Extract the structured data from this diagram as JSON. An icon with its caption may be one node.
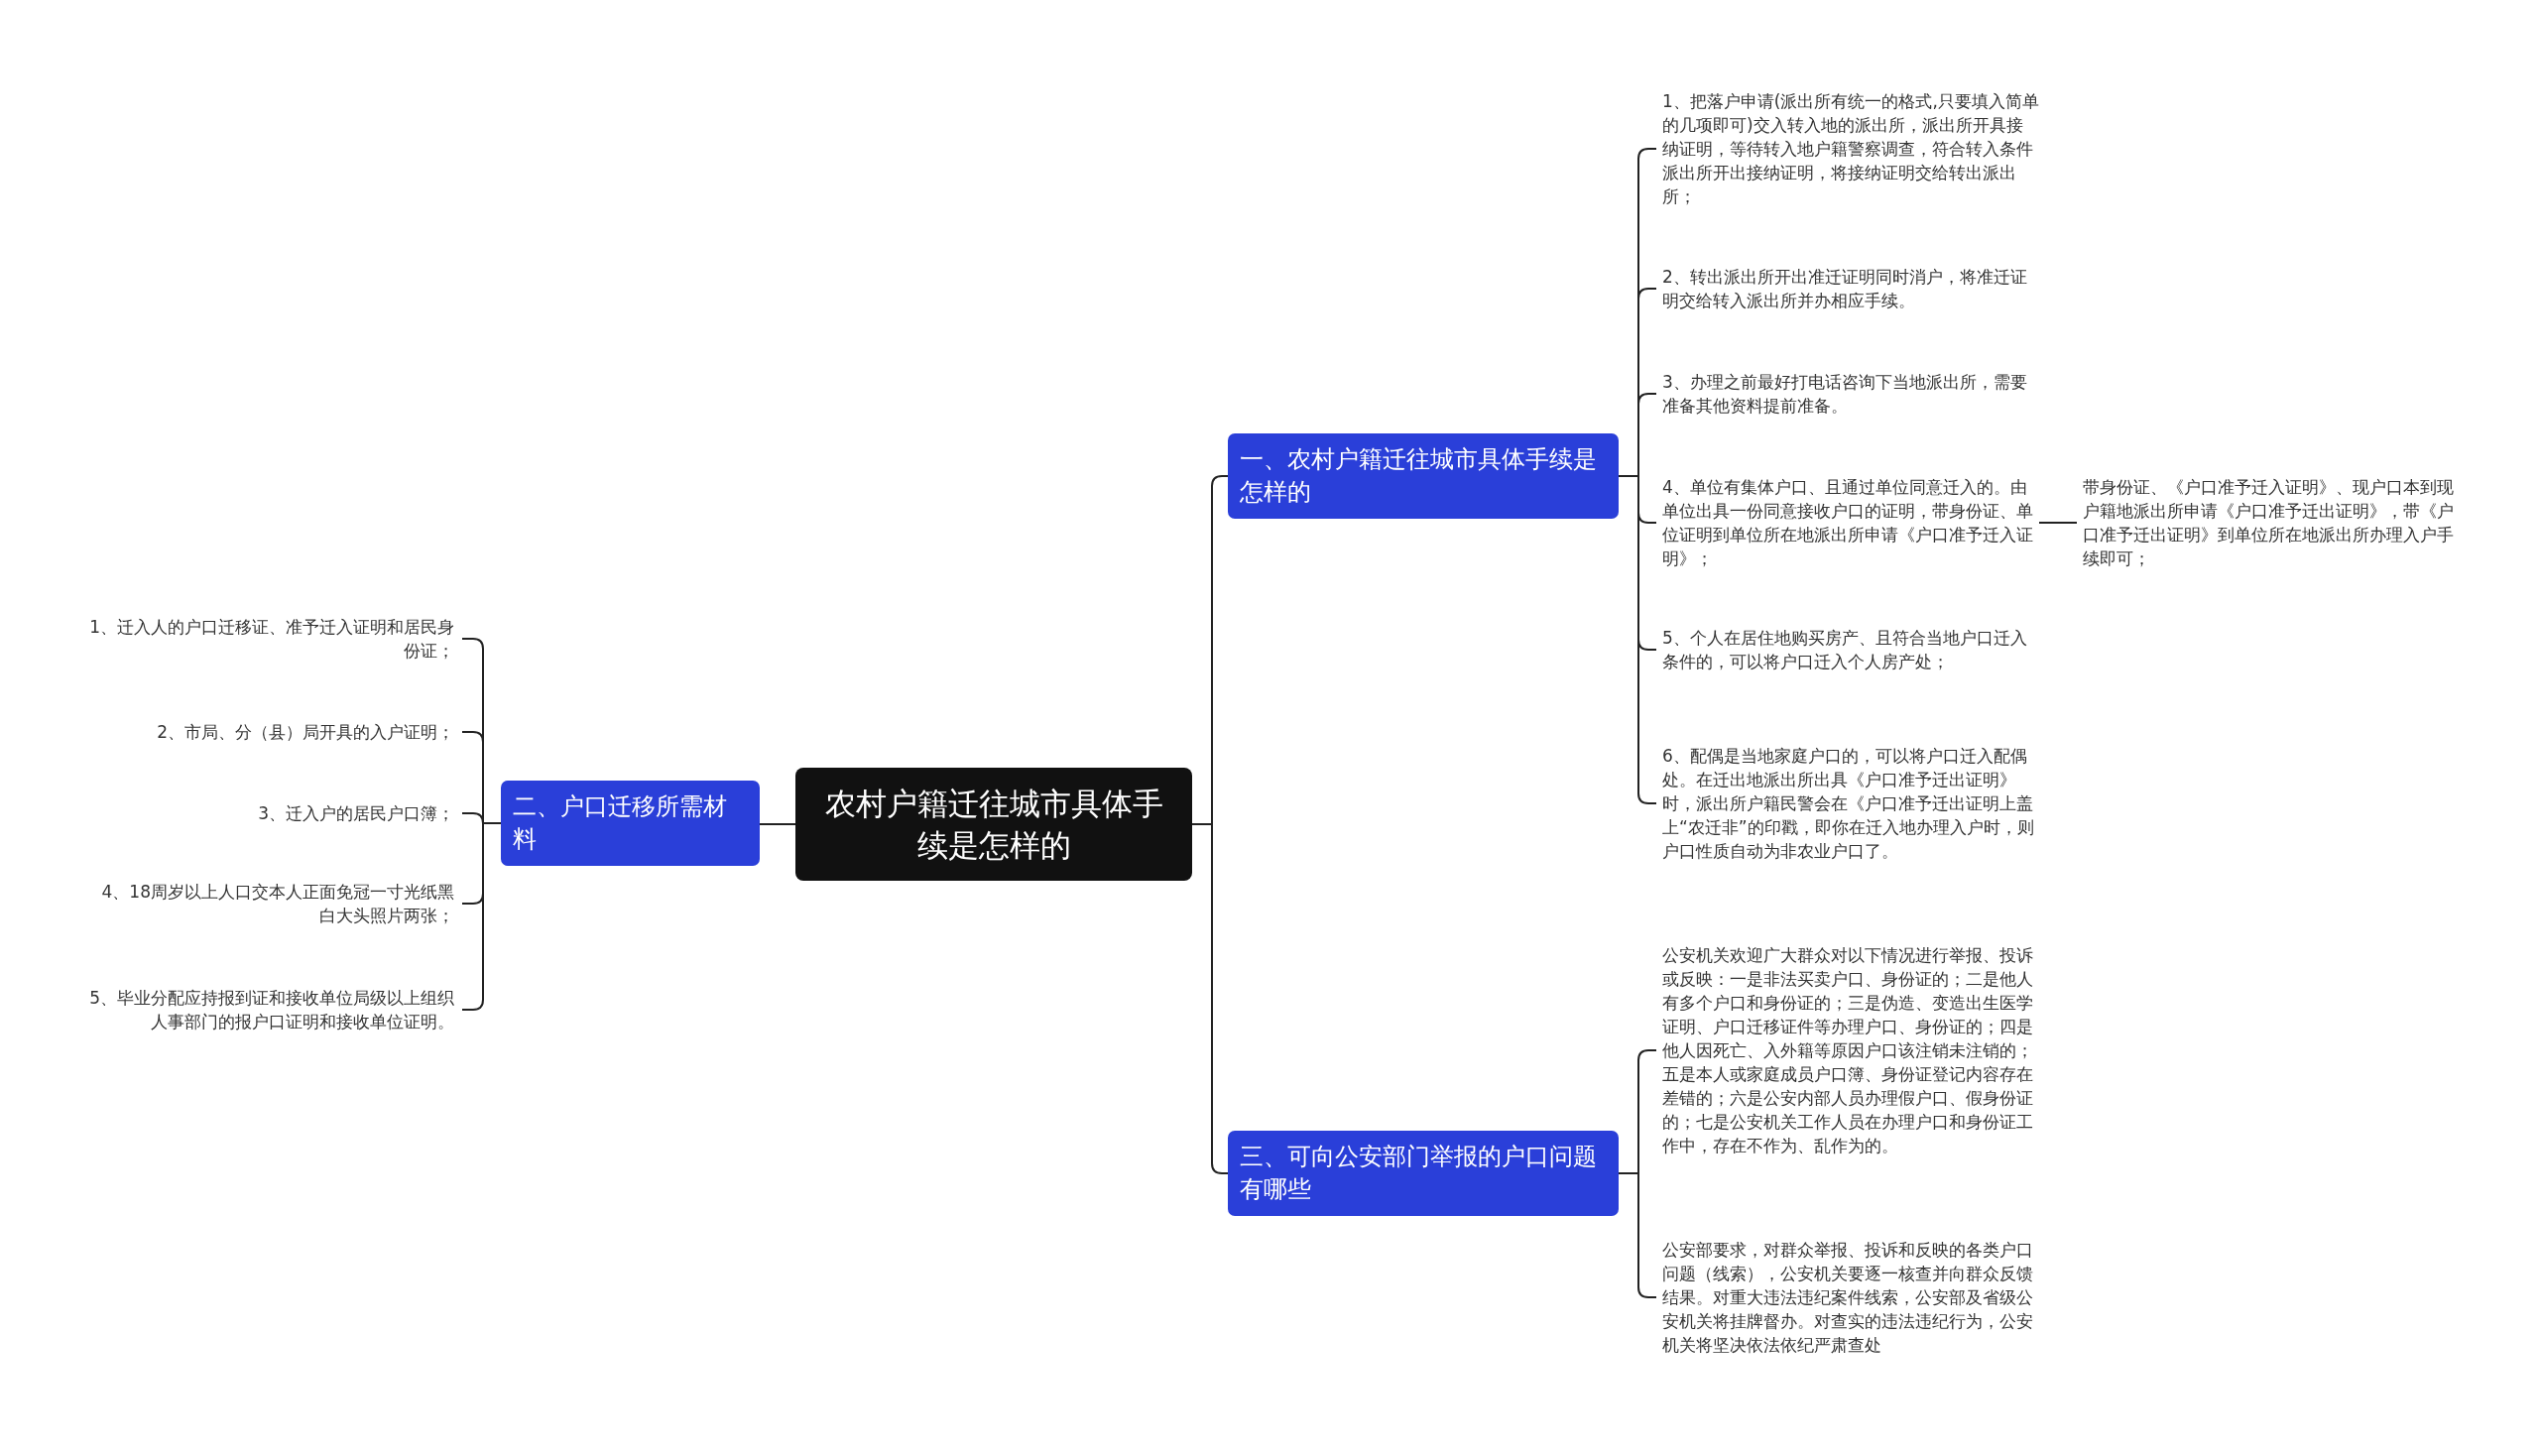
{
  "diagram": {
    "nodes": [
      {
        "text": [
          "农村户籍迁往城市具体手续是怎样的"
        ]
      },
      {
        "text": [
          "一、农村户籍迁往城市具体手续是怎样的"
        ]
      },
      {
        "text": [
          "1、把落户申请(派出所有统一的格式,只要填入简单的几项即可)交入转入地的派出所，派出所开具接纳证明，等待转入地户籍警察调查，符合转入条件派出所开出接纳证明，将接纳证明交给转出派出所；"
        ]
      },
      {
        "text": [
          "2、转出派出所开出准迁证明同时消户，将准迁证明交给转入派出所并办相应手续。"
        ]
      },
      {
        "text": [
          "3、办理之前最好打电话咨询下当地派出所，需要准备其他资料提前准备。"
        ]
      },
      {
        "text": [
          "4、单位有集体户口、且通过单位同意迁入的。由单位出具一份同意接收户口的证明，带身份证、单位证明到单位所在地派出所申请《户口准予迁入证明》；"
        ]
      },
      {
        "text": [
          "5、个人在居住地购买房产、且符合当地户口迁入条件的，可以将户口迁入个人房产处；"
        ]
      },
      {
        "text": [
          "6、配偶是当地家庭户口的，可以将户口迁入配偶处。在迁出地派出所出具《户口准予迁出证明》时，派出所户籍民警会在《户口准予迁出证明上盖上“农迁非”的印戳，即你在迁入地办理入户时，则户口性质自动为非农业户口了。"
        ]
      },
      {
        "text": [
          "带身份证、《户口准予迁入证明》、现户口本到现户籍地派出所申请《户口准予迁出证明》，带《户口准予迁出证明》到单位所在地派出所办理入户手续即可；"
        ]
      },
      {
        "text": [
          "二、户口迁移所需材料"
        ]
      },
      {
        "text": [
          "1、迁入人的户口迁移证、准予迁入证明和居民身份证；"
        ]
      },
      {
        "text": [
          "2、市局、分（县）局开具的入户证明；"
        ]
      },
      {
        "text": [
          "3、迁入户的居民户口簿；"
        ]
      },
      {
        "text": [
          "4、18周岁以上人口交本人正面免冠一寸光纸黑白大头照片两张；"
        ]
      },
      {
        "text": [
          "5、毕业分配应持报到证和接收单位局级以上组织人事部门的报户口证明和接收单位证明。"
        ]
      },
      {
        "text": [
          "三、可向公安部门举报的户口问题有哪些"
        ]
      },
      {
        "text": [
          "公安机关欢迎广大群众对以下情况进行举报、投诉或反映：一是非法买卖户口、身份证的；二是他人有多个户口和身份证的；三是伪造、变造出生医学证明、户口迁移证件等办理户口、身份证的；四是他人因死亡、入外籍等原因户口该注销未注销的；五是本人或家庭成员户口簿、身份证登记内容存在差错的；六是公安内部人员办理假户口、假身份证的；七是公安机关工作人员在办理户口和身份证工作中，存在不作为、乱作为的。"
        ]
      },
      {
        "text": [
          "公安部要求，对群众举报、投诉和反映的各类户口问题（线索），公安机关要逐一核查并向群众反馈结果。对重大违法违纪案件线索，公安部及省级公安机关将挂牌督办。对查实的违法违纪行为，公安机关将坚决依法依纪严肃查处"
        ]
      }
    ],
    "edges": [
      {
        "from": 0,
        "to": 1,
        "arrow": "none"
      },
      {
        "from": 1,
        "to": 2,
        "arrow": "none"
      },
      {
        "from": 1,
        "to": 3,
        "arrow": "none"
      },
      {
        "from": 1,
        "to": 4,
        "arrow": "none"
      },
      {
        "from": 1,
        "to": 5,
        "arrow": "none"
      },
      {
        "from": 1,
        "to": 6,
        "arrow": "none"
      },
      {
        "from": 1,
        "to": 7,
        "arrow": "none"
      },
      {
        "from": 5,
        "to": 8,
        "arrow": "none"
      },
      {
        "from": 0,
        "to": 9,
        "arrow": "none"
      },
      {
        "from": 9,
        "to": 10,
        "arrow": "none"
      },
      {
        "from": 9,
        "to": 11,
        "arrow": "none"
      },
      {
        "from": 9,
        "to": 12,
        "arrow": "none"
      },
      {
        "from": 9,
        "to": 13,
        "arrow": "none"
      },
      {
        "from": 9,
        "to": 14,
        "arrow": "none"
      },
      {
        "from": 0,
        "to": 15,
        "arrow": "none"
      },
      {
        "from": 15,
        "to": 16,
        "arrow": "none"
      },
      {
        "from": 15,
        "to": 17,
        "arrow": "none"
      }
    ]
  }
}
